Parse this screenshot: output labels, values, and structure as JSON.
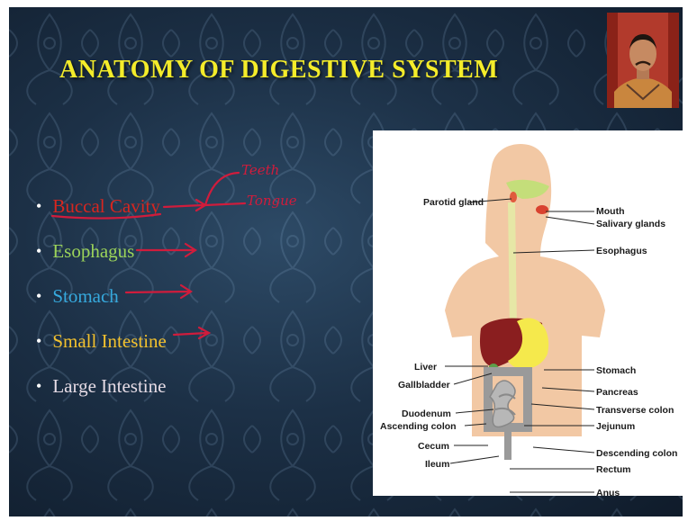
{
  "slide": {
    "title": "ANATOMY OF DIGESTIVE SYSTEM",
    "bullets": [
      {
        "text": "Buccal Cavity",
        "color": "#d8261f"
      },
      {
        "text": "Esophagus",
        "color": "#9bd35a"
      },
      {
        "text": "Stomach",
        "color": "#36a9dd"
      },
      {
        "text": "Small Intestine",
        "color": "#f2c12e"
      },
      {
        "text": "Large Intestine",
        "color": "#e6dce6"
      }
    ],
    "handwriting": {
      "word1": "Teeth",
      "word2": "Tongue",
      "ink_color": "#d01c3c"
    }
  },
  "diagram": {
    "left_labels": {
      "parotid": "Parotid gland",
      "liver": "Liver",
      "gallbladder": "Gallbladder",
      "duodenum": "Duodenum",
      "ascending": "Ascending colon",
      "cecum": "Cecum",
      "ileum": "Ileum"
    },
    "right_labels": {
      "mouth": "Mouth",
      "salivary": "Salivary glands",
      "esophagus": "Esophagus",
      "stomach": "Stomach",
      "pancreas": "Pancreas",
      "transverse": "Transverse colon",
      "jejunum": "Jejunum",
      "descending": "Descending colon",
      "rectum": "Rectum",
      "anus": "Anus"
    }
  }
}
